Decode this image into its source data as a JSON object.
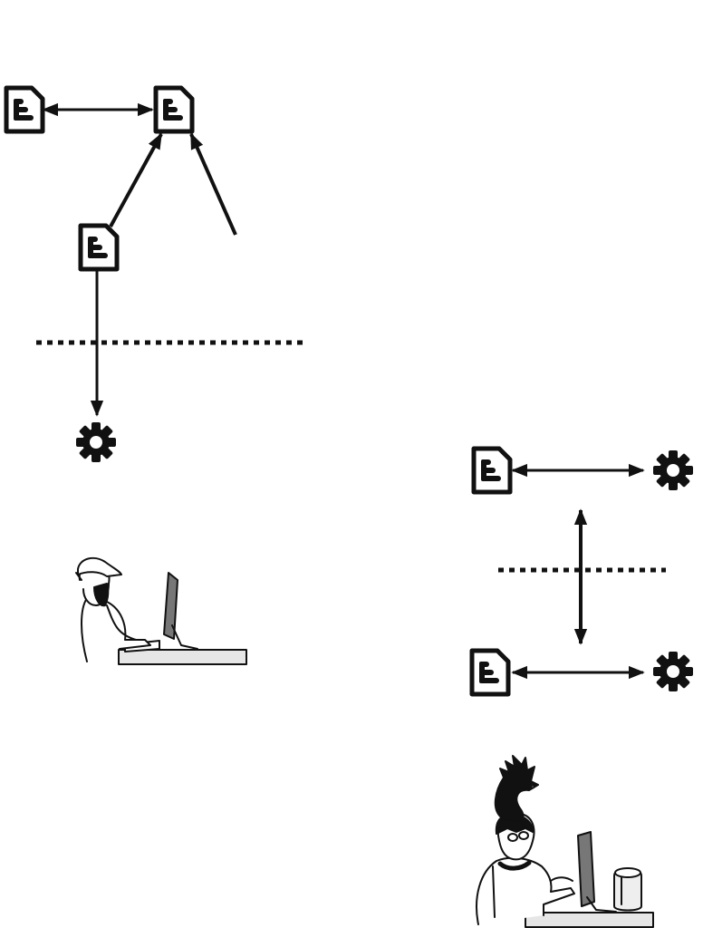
{
  "diagram": {
    "colors": {
      "ink": "#111111",
      "paper": "#ffffff",
      "desk": "#e6e6e6",
      "skin": "#ffffff"
    },
    "nodes": [
      {
        "id": "doc-top-left",
        "icon": "document-icon"
      },
      {
        "id": "doc-top-center",
        "icon": "document-icon"
      },
      {
        "id": "doc-middle",
        "icon": "document-icon"
      },
      {
        "id": "gear-left",
        "icon": "gear-icon"
      },
      {
        "id": "doc-right-upper",
        "icon": "document-icon"
      },
      {
        "id": "gear-right-upper",
        "icon": "gear-icon"
      },
      {
        "id": "doc-right-lower",
        "icon": "document-icon"
      },
      {
        "id": "gear-right-lower",
        "icon": "gear-icon"
      }
    ],
    "illustrations": [
      {
        "id": "developer-left",
        "icon": "bearded-developer-at-computer-icon"
      },
      {
        "id": "developer-right",
        "icon": "developer-with-mohawk-creature-icon"
      }
    ],
    "separators": [
      {
        "id": "boundary-left",
        "style": "dotted"
      },
      {
        "id": "boundary-right",
        "style": "dotted"
      }
    ]
  }
}
